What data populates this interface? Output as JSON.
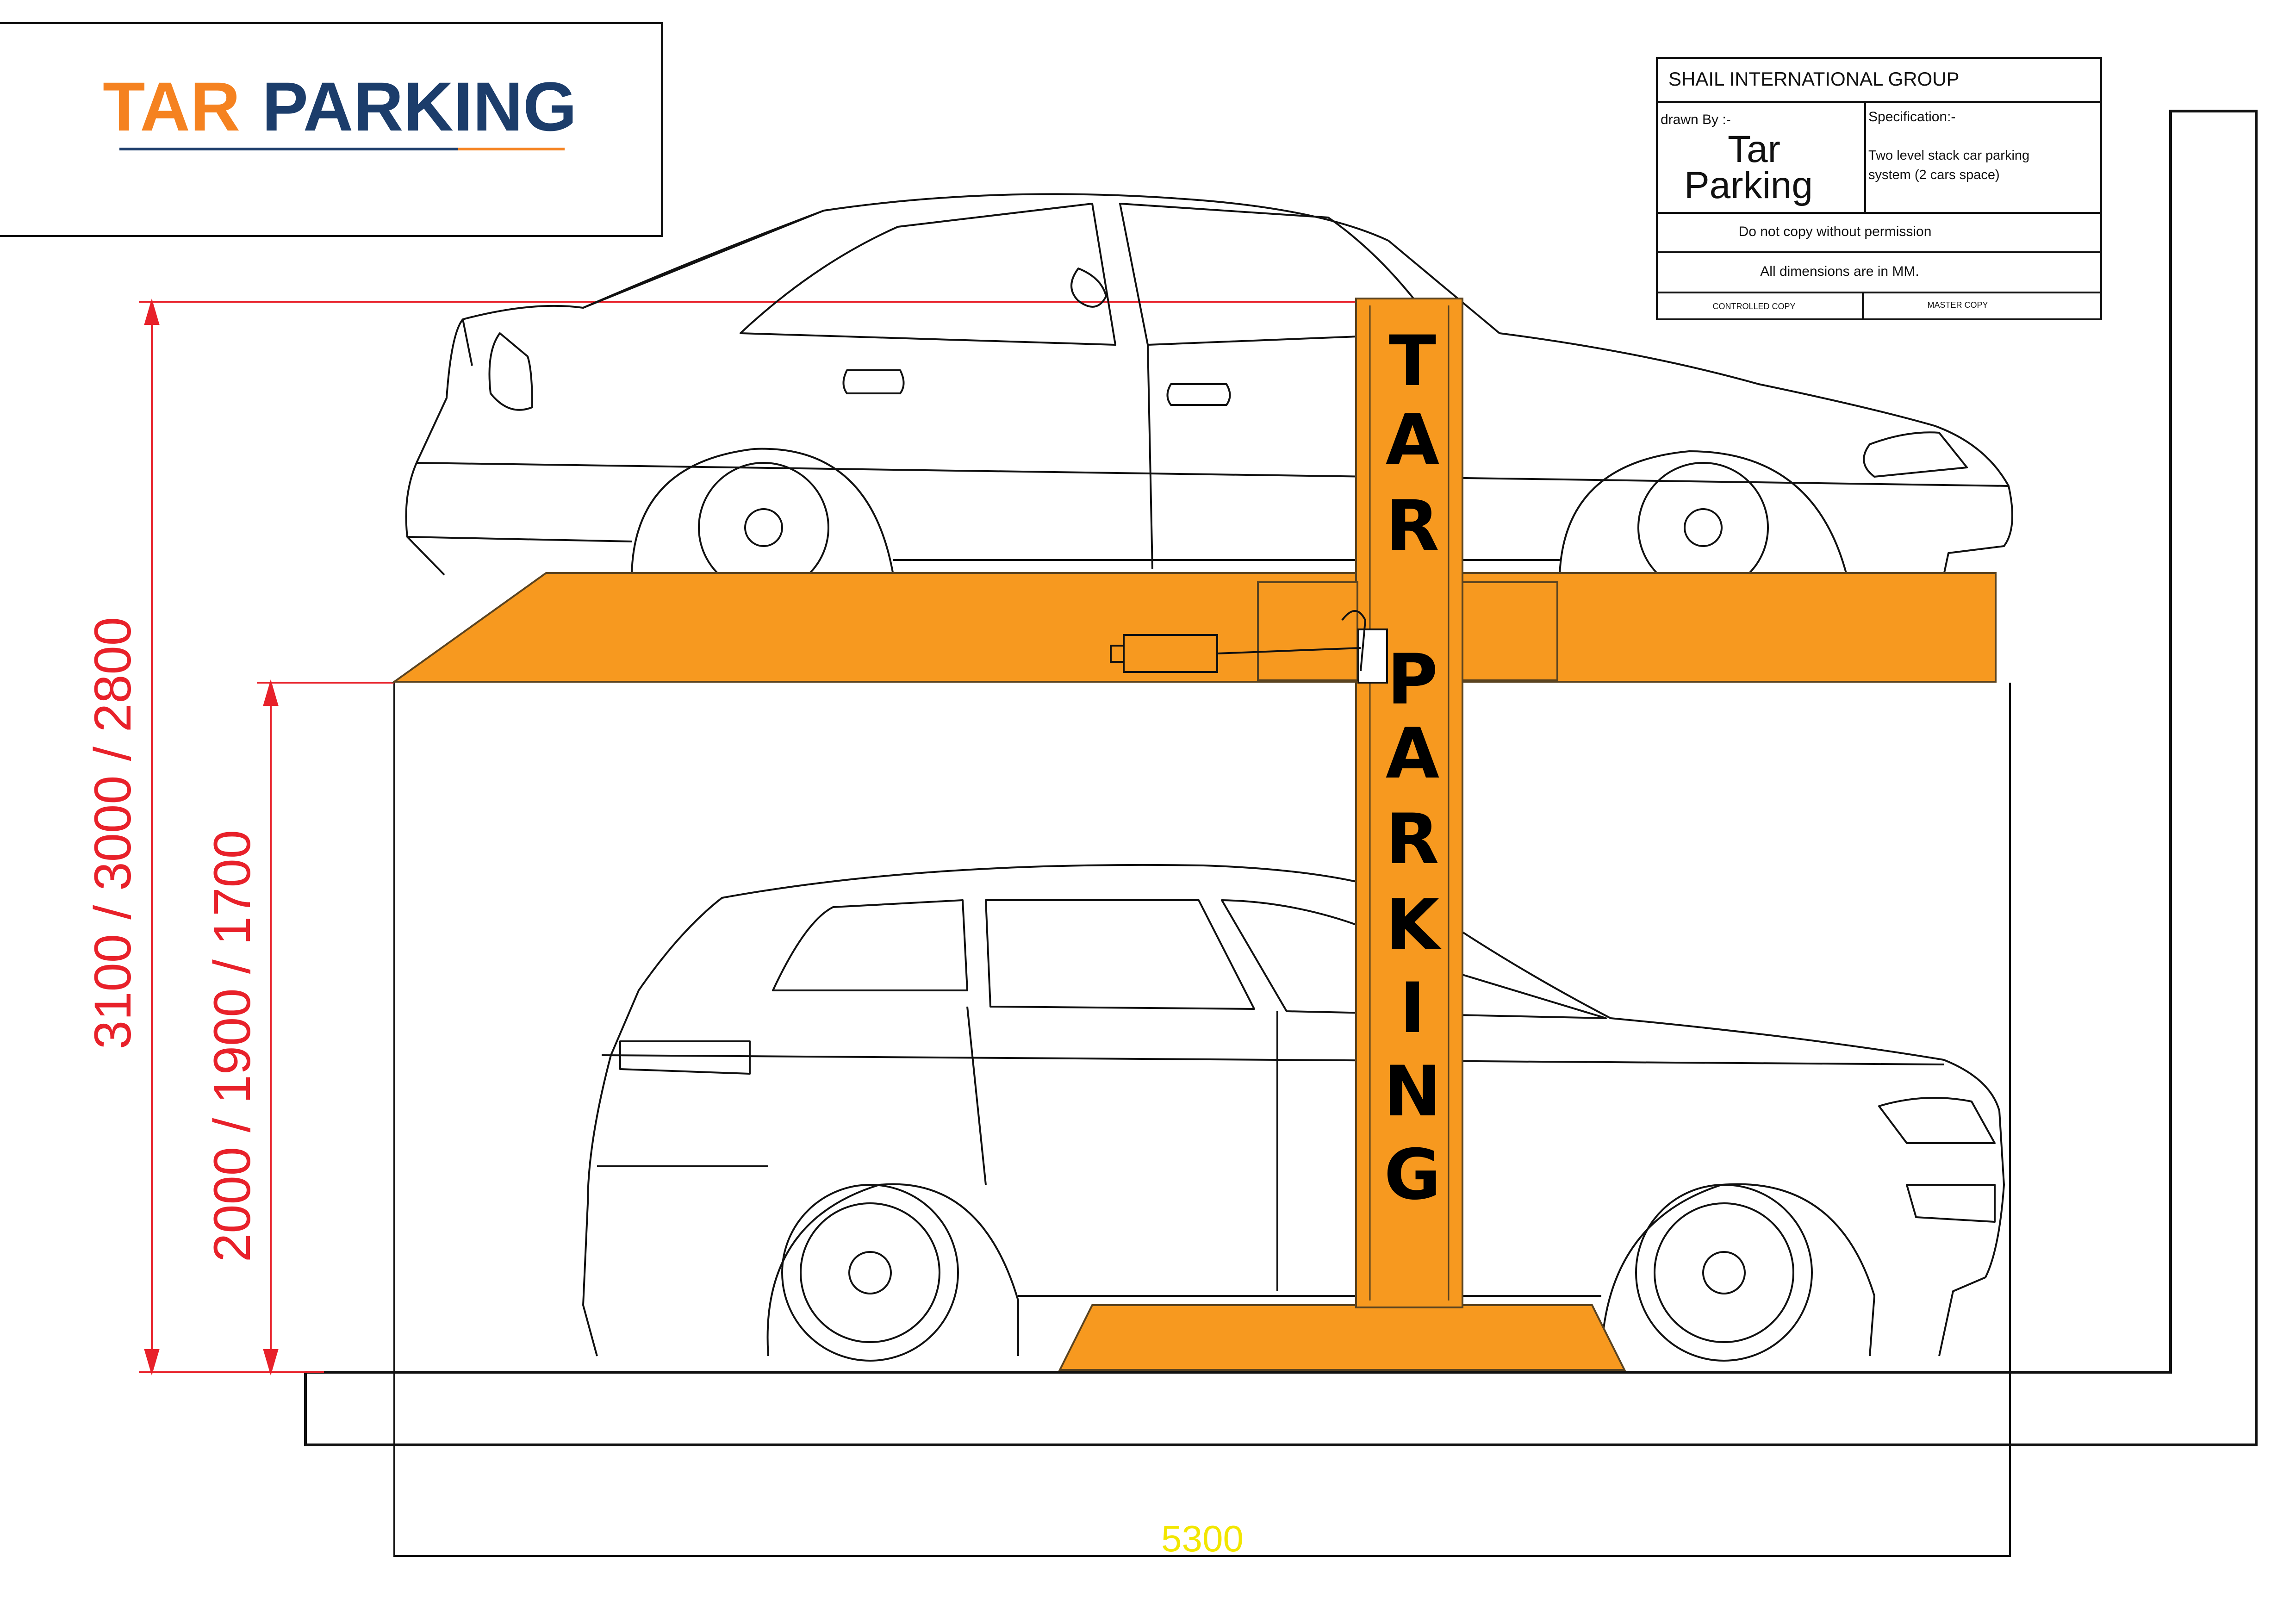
{
  "logo": {
    "word1": "TAR",
    "word2": "PARKING",
    "color1": "#f58220",
    "color2": "#1c3d6b"
  },
  "title_block": {
    "company": "SHAIL INTERNATIONAL GROUP",
    "drawn_by_label": "drawn By :-",
    "drawn_by_line1": "Tar",
    "drawn_by_line2": "Parking",
    "specification_label": "Specification:-",
    "specification_line1": "Two level stack car parking",
    "specification_line2": "system (2 cars space)",
    "notice": "Do not copy without permission",
    "units_note": "All dimensions are in MM.",
    "controlled_copy": "CONTROLLED COPY",
    "master_copy": "MASTER COPY"
  },
  "dimensions": {
    "total_height": "3100 / 3000 / 2800",
    "lower_height": "2000 / 1900 / 1700",
    "width": "5300"
  },
  "pillar_text": [
    "T",
    "A",
    "R",
    "P",
    "A",
    "R",
    "K",
    "I",
    "N",
    "G"
  ],
  "colors": {
    "lift_orange": "#f7991f",
    "dimension_red": "#e8212a",
    "width_yellow": "#f2e600"
  }
}
